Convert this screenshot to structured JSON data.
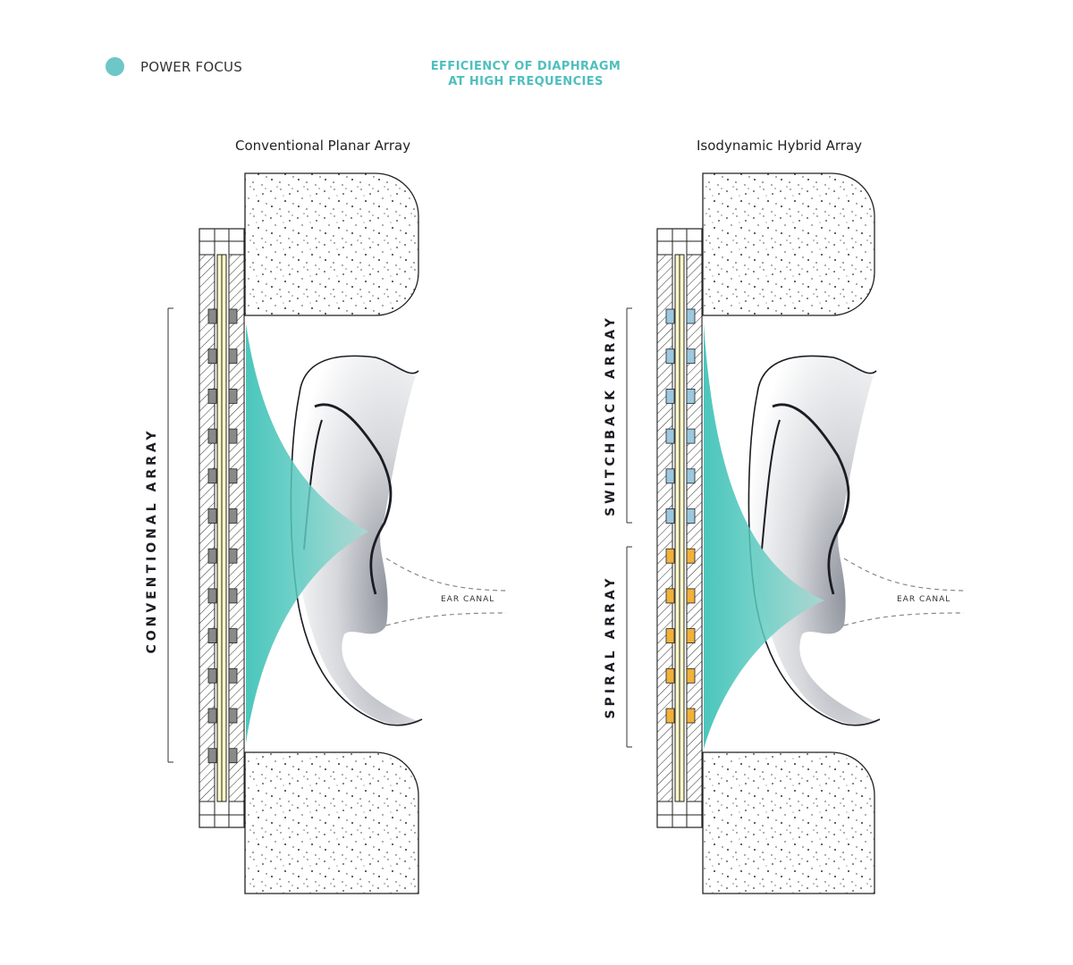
{
  "legend": {
    "label": "POWER FOCUS",
    "color": "#6cc7c6"
  },
  "title": {
    "line1": "EFFICIENCY OF DIAPHRAGM",
    "line2": "AT HIGH FREQUENCIES"
  },
  "panels": [
    {
      "title": "Conventional Planar Array",
      "array_labels": [
        "CONVENTIONAL ARRAY"
      ],
      "ear_label": "EAR CANAL",
      "magnet_color": "#8a8a8a"
    },
    {
      "title": "Isodynamic Hybrid Array",
      "array_labels": [
        "SWITCHBACK ARRAY",
        "SPIRAL ARRAY"
      ],
      "ear_label": "EAR CANAL",
      "magnet_colors": [
        "#9cc8e0",
        "#f0b23a"
      ]
    }
  ]
}
